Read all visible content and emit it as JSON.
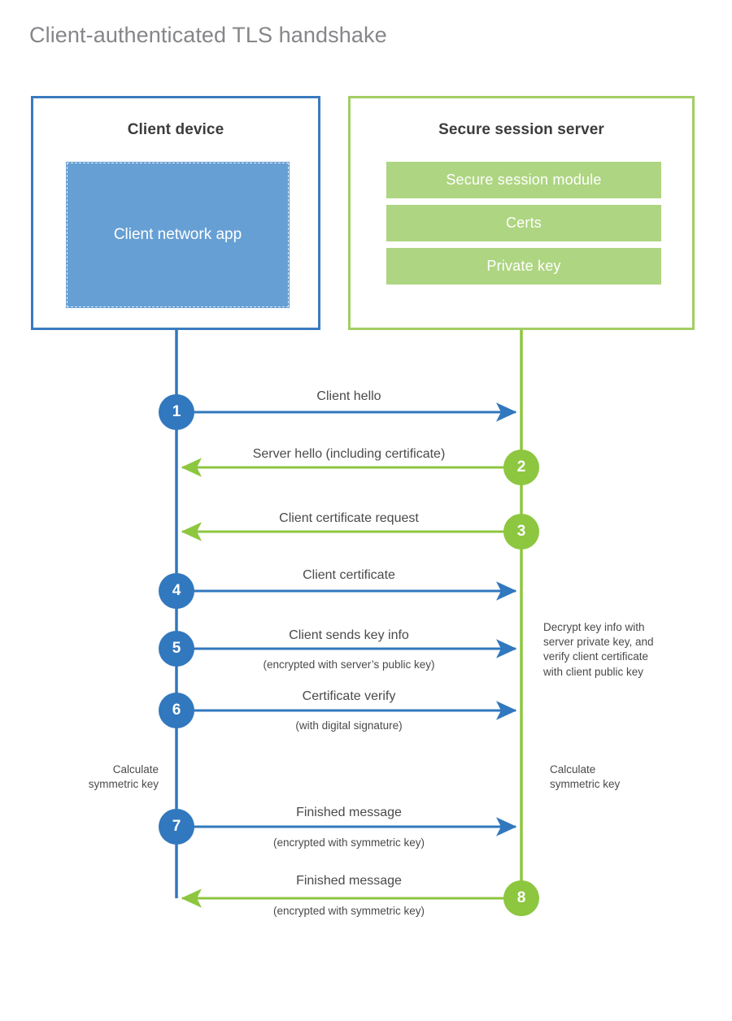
{
  "title": "Client-authenticated TLS handshake",
  "colors": {
    "client_blue": "#3178be",
    "client_border": "#3a7bbf",
    "client_app_fill": "#669fd4",
    "server_green": "#8dc63f",
    "server_border": "#a3cd63",
    "server_bar_fill": "#aed581",
    "text": "#4a4a4a",
    "title_gray": "#85868a"
  },
  "actors": {
    "client": {
      "title": "Client device",
      "app_label": "Client network app"
    },
    "server": {
      "title": "Secure session server",
      "modules": [
        {
          "label": "Secure session module"
        },
        {
          "label": "Certs"
        },
        {
          "label": "Private key"
        }
      ]
    }
  },
  "steps": [
    {
      "number": "1",
      "label": "Client hello",
      "sublabel": "",
      "direction": "client-to-server",
      "origin": "client"
    },
    {
      "number": "2",
      "label": "Server hello (including certificate)",
      "sublabel": "",
      "direction": "server-to-client",
      "origin": "server"
    },
    {
      "number": "3",
      "label": "Client certificate request",
      "sublabel": "",
      "direction": "server-to-client",
      "origin": "server"
    },
    {
      "number": "4",
      "label": "Client certificate",
      "sublabel": "",
      "direction": "client-to-server",
      "origin": "client"
    },
    {
      "number": "5",
      "label": "Client sends key info",
      "sublabel": "(encrypted with server’s public key)",
      "direction": "client-to-server",
      "origin": "client"
    },
    {
      "number": "6",
      "label": "Certificate verify",
      "sublabel": "(with digital signature)",
      "direction": "client-to-server",
      "origin": "client"
    },
    {
      "number": "7",
      "label": "Finished message",
      "sublabel": "(encrypted with symmetric key)",
      "direction": "client-to-server",
      "origin": "client"
    },
    {
      "number": "8",
      "label": "Finished message",
      "sublabel": "(encrypted with symmetric key)",
      "direction": "server-to-client",
      "origin": "server"
    }
  ],
  "notes": {
    "server_decrypt": "Decrypt key info with\nserver private key, and\nverify client certificate\nwith client public key",
    "client_calculate": "Calculate\nsymmetric key",
    "server_calculate": "Calculate\nsymmetric key"
  }
}
